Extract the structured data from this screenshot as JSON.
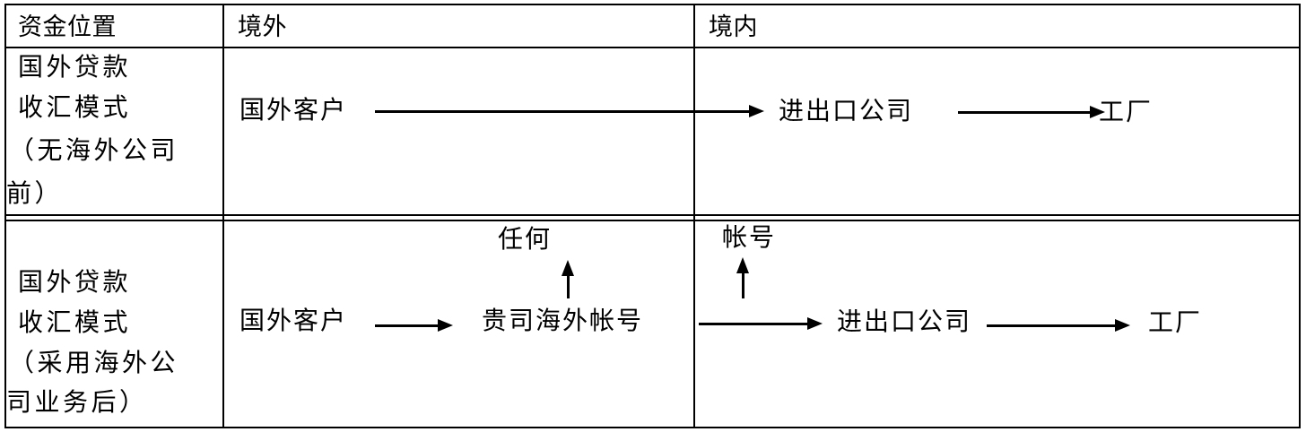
{
  "colors": {
    "background": "#ffffff",
    "line": "#000000",
    "text": "#000000"
  },
  "table": {
    "header": {
      "funds_position": "资金位置",
      "overseas": "境外",
      "domestic": "境内"
    },
    "row1": {
      "label_lines": [
        "国外贷款",
        "收汇模式",
        "（无海外公司",
        "前）"
      ],
      "overseas_customer": "国外客户",
      "import_export_company": "进出口公司",
      "factory": "工厂"
    },
    "row2": {
      "label_lines": [
        "国外贷款",
        "收汇模式",
        "（采用海外公",
        "司业务后）"
      ],
      "any_label": "任何",
      "overseas_customer": "国外客户",
      "your_overseas_account": "贵司海外帐号",
      "account_label": "帐号",
      "import_export_company": "进出口公司",
      "factory": "工厂"
    }
  }
}
